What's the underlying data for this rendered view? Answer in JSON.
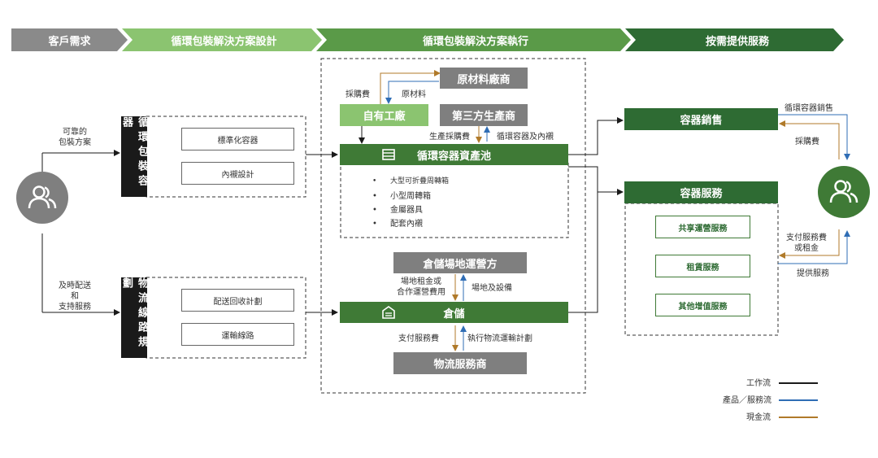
{
  "header": {
    "step1": "客戶需求",
    "step2": "循環包裝解決方案設計",
    "step3": "循環包裝解決方案執行",
    "step4": "按需提供服務"
  },
  "left": {
    "label_top": "可靠的\n包裝方案",
    "label_bottom": "及時配送\n和\n支持服務"
  },
  "design": {
    "container_title": "循環包裝容器",
    "container_items": [
      "標準化容器",
      "內襯設計"
    ],
    "route_title": "物流線路規劃",
    "route_items": [
      "配送回收計劃",
      "運輸線路"
    ]
  },
  "execution": {
    "raw_supplier": "原材料廠商",
    "own_factory": "自有工廠",
    "third_party": "第三方生產商",
    "label_purchase_fee": "採購費",
    "label_raw_material": "原材料",
    "label_prod_fee": "生產採購費",
    "label_containers": "循環容器及內襯",
    "asset_pool": "循環容器資產池",
    "asset_items": [
      "大型可折疊周轉箱",
      "小型周轉箱",
      "金屬器具",
      "配套內襯"
    ],
    "warehouse_operator": "倉儲場地運營方",
    "label_rent": "場地租金或\n合作運營費用",
    "label_site": "場地及設備",
    "warehouse": "倉儲",
    "label_service_fee": "支付服務費",
    "label_logistics_plan": "執行物流運輸計劃",
    "logistics_provider": "物流服務商"
  },
  "services": {
    "sales": "容器銷售",
    "service": "容器服務",
    "service_items": [
      "共享運營服務",
      "租賃服務",
      "其他增值服務"
    ],
    "label_sales": "循環容器銷售",
    "label_purchase": "採購費",
    "label_pay_service": "支付服務費\n或租金",
    "label_provide": "提供服務"
  },
  "legend": {
    "work_flow": "工作流",
    "product_flow": "產品／服務流",
    "cash_flow": "現金流"
  },
  "colors": {
    "work": "#1a1a1a",
    "product": "#2f6db5",
    "cash": "#b07a2a",
    "green": "#3f7a36",
    "light_green": "#8bc470",
    "gray": "#7f7f7f"
  }
}
